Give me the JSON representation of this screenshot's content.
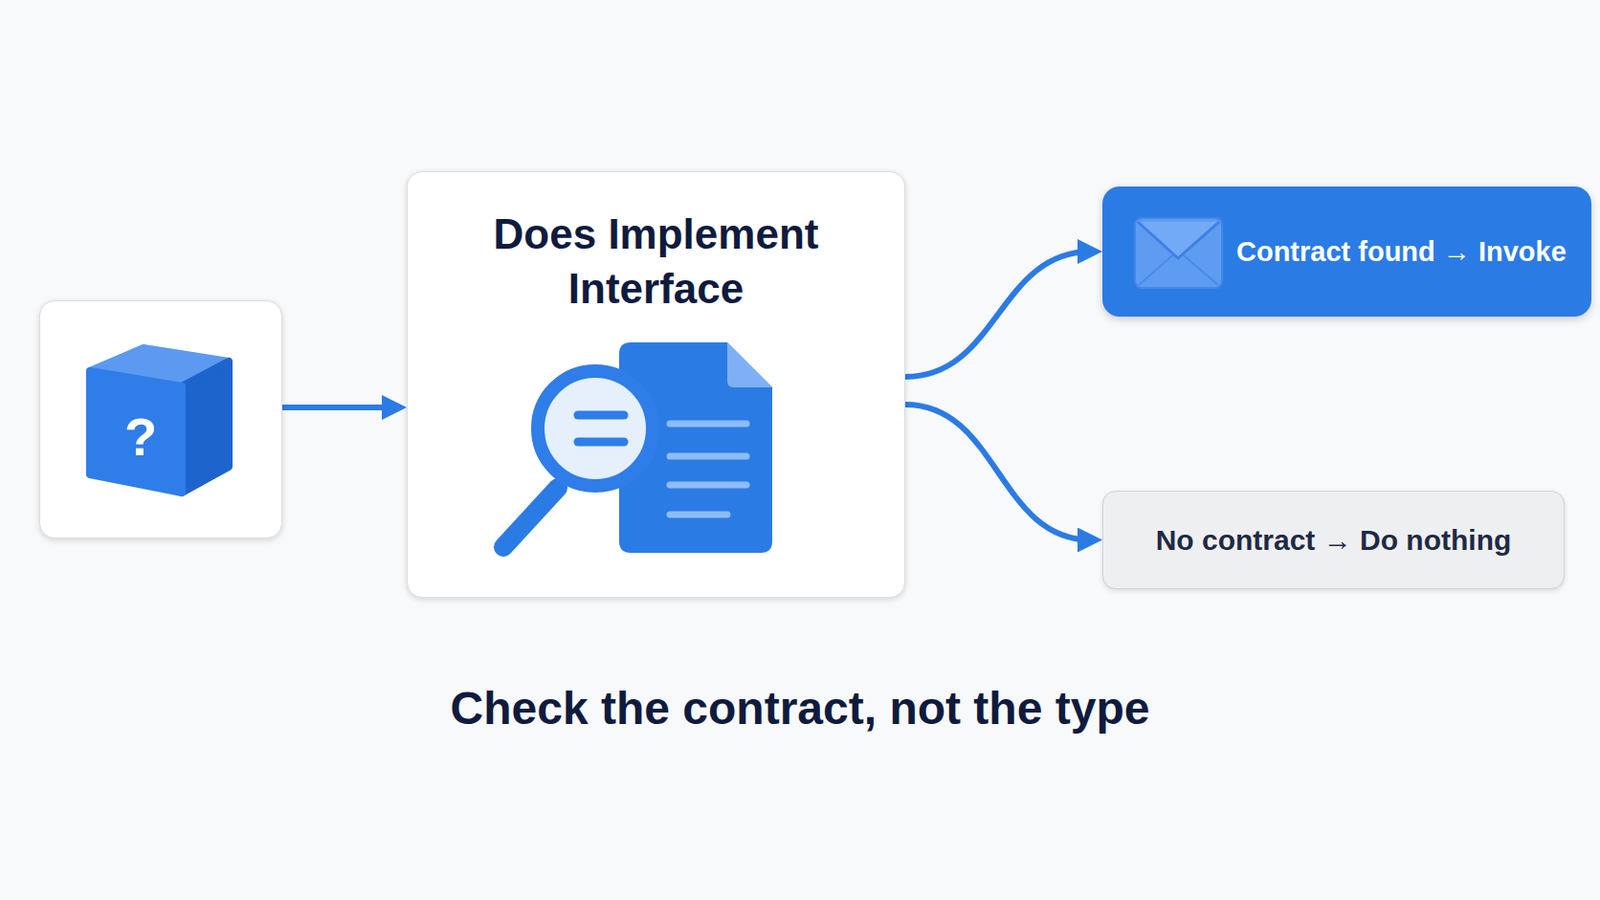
{
  "diagram": {
    "caption": "Check the contract, not the type",
    "nodes": [
      {
        "text": [
          "?"
        ]
      },
      {
        "text": [
          "Does Implement Interface"
        ]
      },
      {
        "text": [
          "Contract found → Invoke"
        ]
      },
      {
        "text": [
          "No contract → Do nothing"
        ]
      }
    ],
    "edges": [
      {
        "from": 0,
        "to": 1,
        "arrow": "to"
      },
      {
        "from": 1,
        "to": 2,
        "arrow": "to"
      },
      {
        "from": 1,
        "to": 3,
        "arrow": "to"
      }
    ]
  }
}
